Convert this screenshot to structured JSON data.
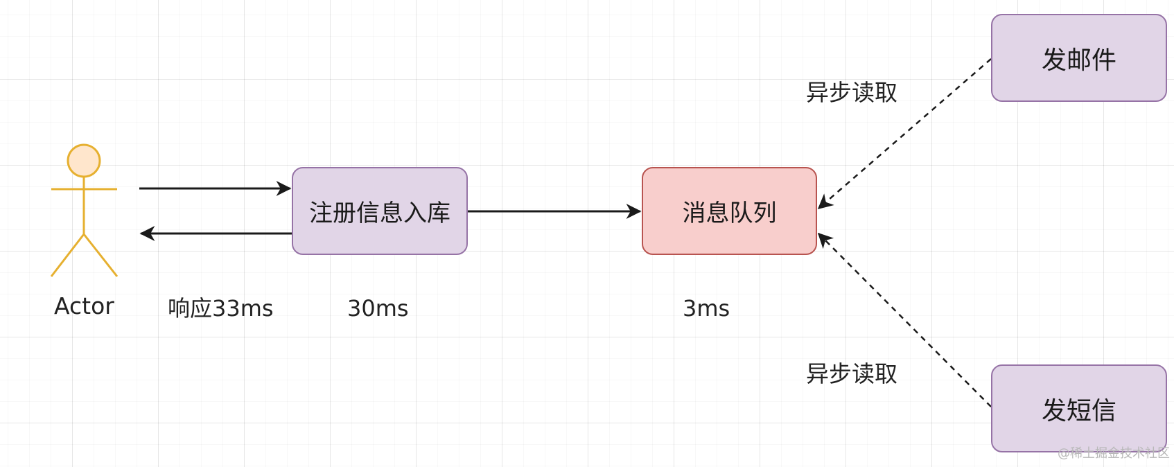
{
  "nodes": {
    "actor_label": "Actor",
    "register": "注册信息入库",
    "message_queue": "消息队列",
    "send_email": "发邮件",
    "send_sms": "发短信"
  },
  "labels": {
    "response_time": "响应33ms",
    "register_time": "30ms",
    "queue_time": "3ms",
    "async_read_email": "异步读取",
    "async_read_sms": "异步读取"
  },
  "watermark": "@稀土掘金技术社区",
  "colors": {
    "process_fill": "#e1d5e7",
    "process_stroke": "#9673a6",
    "queue_fill": "#f8cecc",
    "queue_stroke": "#b85450",
    "actor_fill": "#ffe6cc",
    "actor_stroke": "#e6b030",
    "edge": "#1a1a1a"
  },
  "icons": {
    "actor": "stick-figure-icon"
  }
}
